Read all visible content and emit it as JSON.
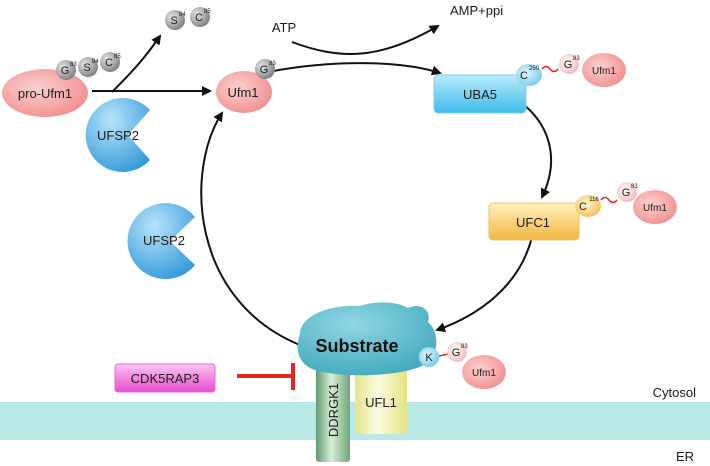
{
  "pro_ufm1": {
    "label": "pro-Ufm1",
    "tail": [
      {
        "letter": "G",
        "num": "83"
      },
      {
        "letter": "S",
        "num": "84"
      },
      {
        "letter": "C",
        "num": "85"
      }
    ]
  },
  "cleaved_tail": [
    {
      "letter": "S",
      "num": "84"
    },
    {
      "letter": "C",
      "num": "85"
    }
  ],
  "ufm1_free": {
    "label": "Ufm1",
    "letter": "G",
    "num": "83"
  },
  "atp": "ATP",
  "amp_ppi": "AMP+ppi",
  "uba5": {
    "label": "UBA5",
    "residue_letter": "C",
    "residue_num": "250",
    "g_letter": "G",
    "g_num": "83",
    "ufm1": "Ufm1"
  },
  "ufc1": {
    "label": "UFC1",
    "residue_letter": "C",
    "residue_num": "116",
    "g_letter": "G",
    "g_num": "83",
    "ufm1": "Ufm1"
  },
  "ufsp2_top": "UFSP2",
  "ufsp2_left": "UFSP2",
  "substrate": {
    "label": "Substrate",
    "residue_letter": "K",
    "g_letter": "G",
    "g_num": "83",
    "ufm1": "Ufm1"
  },
  "cdk5rap3": "CDK5RAP3",
  "ddrgk1": "DDRGK1",
  "ufl1": "UFL1",
  "cytosol": "Cytosol",
  "er": "ER",
  "colors": {
    "membrane": "#b9e9e7",
    "uba5": "#63c8ee",
    "ufc1": "#f6c25a",
    "cdk5rap3": "#ee58d8",
    "ufm1": "#f49a9a",
    "substrate": "#4fb3c6",
    "ufsp2": "#4aa9e6",
    "inhibit": "#e52421"
  }
}
